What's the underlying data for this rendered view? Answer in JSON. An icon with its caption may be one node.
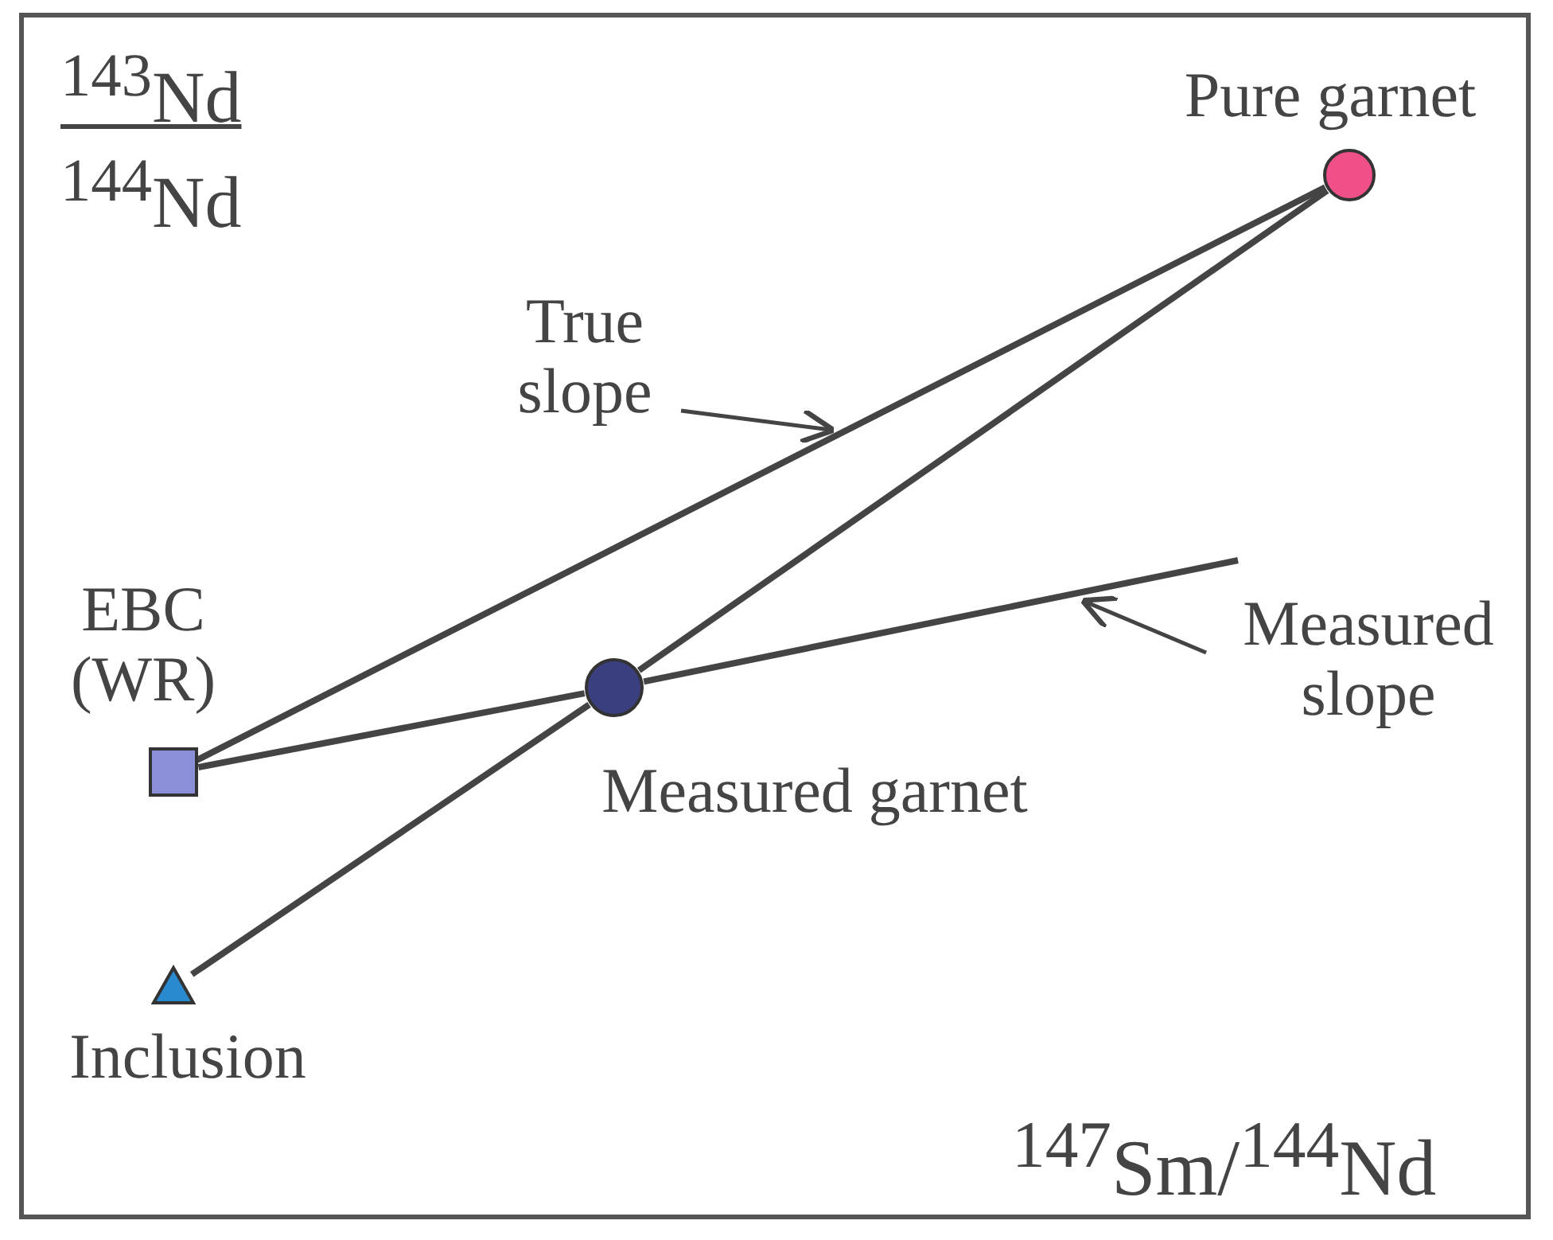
{
  "diagram": {
    "nodes": [
      {
        "text": [
          "Pure garnet"
        ]
      },
      {
        "text": [
          "EBC (WR)"
        ]
      },
      {
        "text": [
          "Measured garnet"
        ]
      },
      {
        "text": [
          "Inclusion"
        ]
      },
      {
        "text": [
          "True slope"
        ]
      },
      {
        "text": [
          "Measured slope"
        ]
      }
    ],
    "edges": [
      {
        "from": 1,
        "to": 0,
        "arrow": "none"
      },
      {
        "from": 1,
        "to": 2,
        "arrow": "none"
      },
      {
        "from": 2,
        "to": null,
        "arrow": "none"
      },
      {
        "from": 3,
        "to": 2,
        "arrow": "none"
      },
      {
        "from": 2,
        "to": 0,
        "arrow": "none"
      },
      {
        "from": 4,
        "to": null,
        "arrow": "to"
      },
      {
        "from": 5,
        "to": null,
        "arrow": "to"
      }
    ],
    "labels": [
      "$^{143}$Nd",
      "$^{144}$Nd",
      "$^{147}$Sm/$^{144}$Nd"
    ]
  }
}
